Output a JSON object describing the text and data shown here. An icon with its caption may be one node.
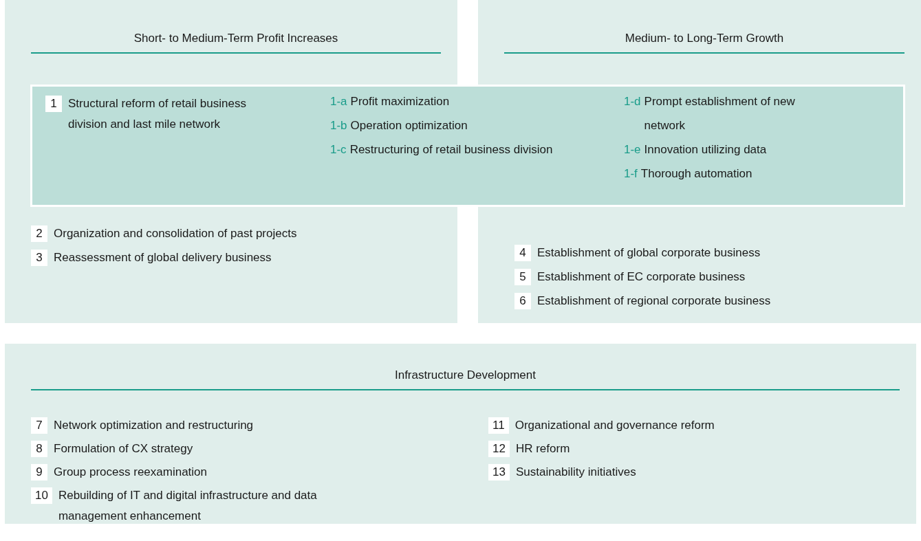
{
  "diagram": {
    "nodes": [
      {
        "text": [
          "Short- to Medium-Term Profit Increases"
        ]
      },
      {
        "text": [
          "Medium- to Long-Term Growth"
        ]
      },
      {
        "text": [
          "1-a",
          "Profit maximization",
          "1-b",
          "Operation optimization",
          "1-c",
          "Restructuring of retail business division",
          "1-d",
          "Prompt establishment of new network",
          "1-e",
          "Innovation utilizing data",
          "1-f",
          "Thorough automation"
        ]
      },
      {
        "text": [
          "1"
        ],
        "in": 2,
        "beside": [
          "Structural reform of retail business division and last mile network"
        ]
      },
      {
        "text": [],
        "shape": "box"
      },
      {
        "text": [],
        "shape": "box"
      },
      {
        "text": [
          "2"
        ],
        "in": 4,
        "beside": [
          "Organization and consolidation of past projects"
        ]
      },
      {
        "text": [
          "3"
        ],
        "in": 4,
        "beside": [
          "Reassessment of global delivery business"
        ]
      },
      {
        "text": [
          "4"
        ],
        "in": 5,
        "beside": [
          "Establishment of global corporate business"
        ]
      },
      {
        "text": [
          "5"
        ],
        "in": 5,
        "beside": [
          "Establishment of EC corporate business"
        ]
      },
      {
        "text": [
          "6"
        ],
        "in": 5,
        "beside": [
          "Establishment of regional corporate business"
        ]
      },
      {
        "text": [
          "Infrastructure Development"
        ]
      },
      {
        "text": [
          "7"
        ],
        "in": 11,
        "beside": [
          "Network optimization and restructuring"
        ]
      },
      {
        "text": [
          "8"
        ],
        "in": 11,
        "beside": [
          "Formulation of CX strategy"
        ]
      },
      {
        "text": [
          "9"
        ],
        "in": 11,
        "beside": [
          "Group process reexamination"
        ]
      },
      {
        "text": [
          "10"
        ],
        "in": 11,
        "beside": [
          "Rebuilding of IT and  digital infrastructure and data management enhancement"
        ]
      },
      {
        "text": [
          "11"
        ],
        "in": 11,
        "beside": [
          "Organizational and governance reform"
        ]
      },
      {
        "text": [
          "12"
        ],
        "in": 11,
        "beside": [
          "HR reform"
        ]
      },
      {
        "text": [
          "13"
        ],
        "in": 11,
        "beside": [
          "Sustainability initiatives"
        ]
      }
    ]
  }
}
